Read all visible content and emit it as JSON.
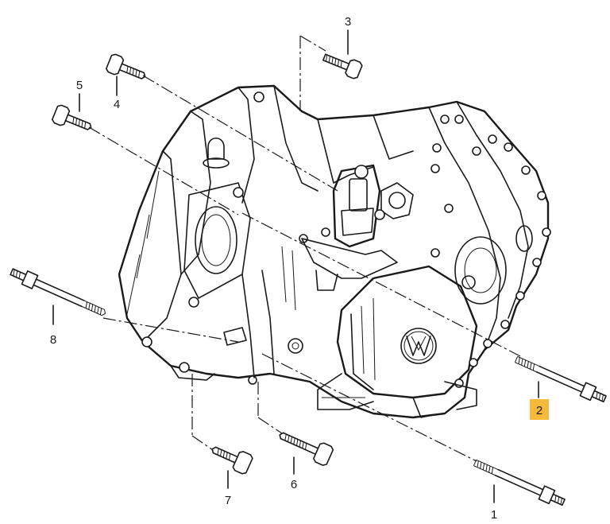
{
  "callouts": [
    {
      "id": "1",
      "label": "1",
      "highlighted": false
    },
    {
      "id": "2",
      "label": "2",
      "highlighted": true
    },
    {
      "id": "3",
      "label": "3",
      "highlighted": false
    },
    {
      "id": "4",
      "label": "4",
      "highlighted": false
    },
    {
      "id": "5",
      "label": "5",
      "highlighted": false
    },
    {
      "id": "6",
      "label": "6",
      "highlighted": false
    },
    {
      "id": "7",
      "label": "7",
      "highlighted": false
    },
    {
      "id": "8",
      "label": "8",
      "highlighted": false
    }
  ],
  "colors": {
    "highlight": "#f6b93b",
    "line": "#1a1a1a",
    "background": "#ffffff"
  },
  "icons": {
    "logo": "vw-logo-icon"
  }
}
